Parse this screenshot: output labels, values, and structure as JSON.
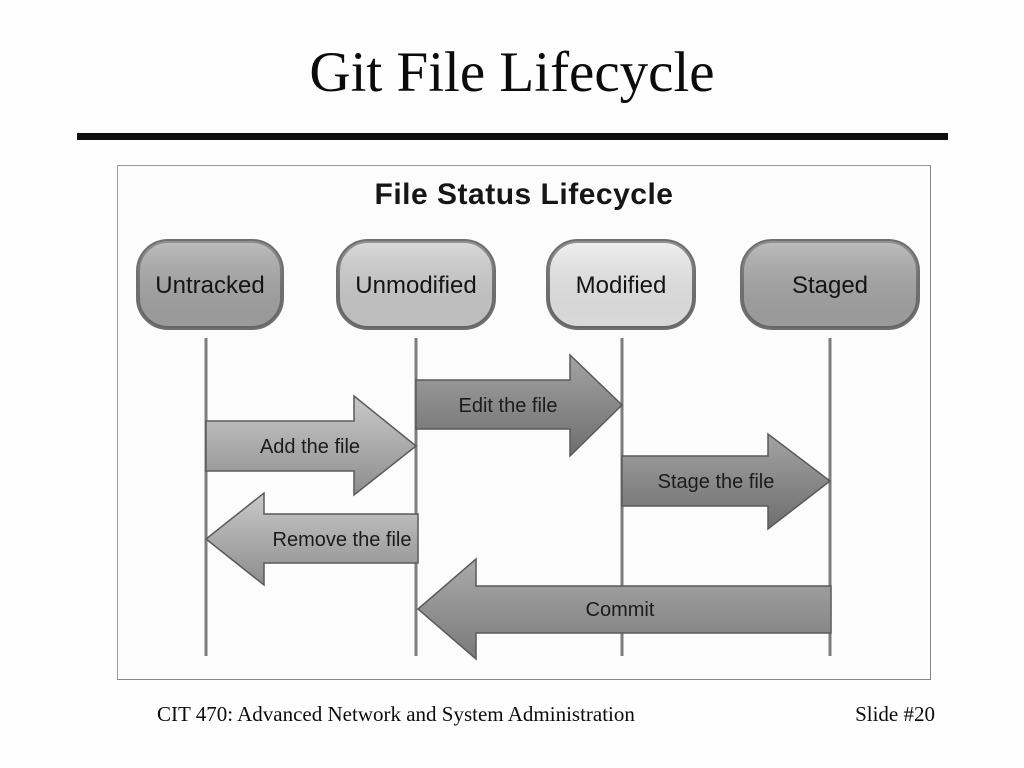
{
  "slide": {
    "title": "Git File Lifecycle",
    "footer_left": "CIT 470: Advanced Network and System Administration",
    "footer_right": "Slide #20"
  },
  "diagram": {
    "title": "File Status Lifecycle",
    "states": [
      {
        "label": "Untracked",
        "fill": "#a8a8a8"
      },
      {
        "label": "Unmodified",
        "fill": "#cfcfcf"
      },
      {
        "label": "Modified",
        "fill": "#ececec"
      },
      {
        "label": "Staged",
        "fill": "#a8a8a8"
      }
    ],
    "transitions": [
      {
        "label": "Add the file",
        "from": "Untracked",
        "to": "Unmodified",
        "direction": "right"
      },
      {
        "label": "Edit the file",
        "from": "Unmodified",
        "to": "Modified",
        "direction": "right"
      },
      {
        "label": "Stage the file",
        "from": "Modified",
        "to": "Staged",
        "direction": "right"
      },
      {
        "label": "Remove the file",
        "from": "Unmodified",
        "to": "Untracked",
        "direction": "left"
      },
      {
        "label": "Commit",
        "from": "Staged",
        "to": "Unmodified",
        "direction": "left"
      }
    ],
    "colors": {
      "state_border": "#6f6f6f",
      "lifeline": "#7d7d7d",
      "arrow_border": "#5a5a5a",
      "arrow_light_top": "#c9c9c9",
      "arrow_light_bottom": "#8d8d8d",
      "arrow_dark_top": "#a3a3a3",
      "arrow_dark_bottom": "#6e6e6e",
      "arrow_mid_top": "#aaaaaa",
      "arrow_mid_bottom": "#7a7a7a",
      "title_rule": "#0f0f0f"
    }
  }
}
